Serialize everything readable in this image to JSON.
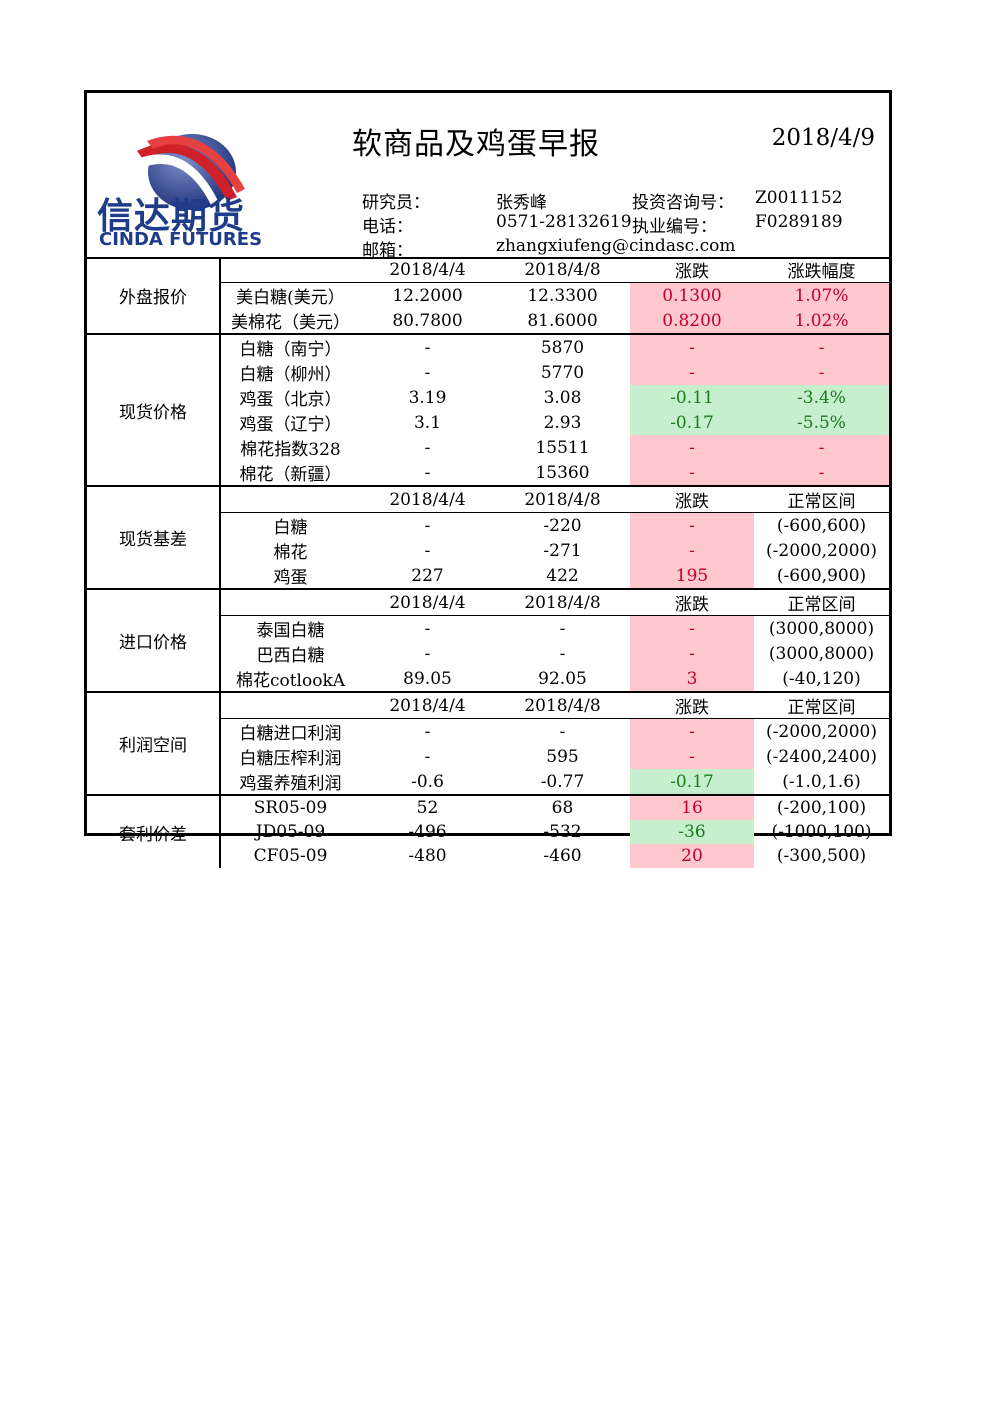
{
  "header": {
    "logo_cn": "信达期货",
    "logo_en": "CINDA FUTURES",
    "title": "软商品及鸡蛋早报",
    "date": "2018/4/9",
    "researcher_label": "研究员：",
    "researcher": "张秀峰",
    "consult_label": "投资咨询号：",
    "consult_no": "Z0011152",
    "phone_label": "电话：",
    "phone": "0571-28132619",
    "license_label": "执业编号：",
    "license_no": "F0289189",
    "email_label": "邮箱：",
    "email": "zhangxiufeng@cindasc.com"
  },
  "sections": {
    "foreign": {
      "name": "外盘报价",
      "cols": [
        "2018/4/4",
        "2018/4/8",
        "涨跌",
        "涨跌幅度"
      ],
      "rows": [
        [
          "美白糖(美元）",
          "12.2000",
          "12.3300",
          "0.1300",
          "1.07%"
        ],
        [
          "美棉花（美元）",
          "80.7800",
          "81.6000",
          "0.8200",
          "1.02%"
        ]
      ]
    },
    "spot": {
      "name": "现货价格",
      "rows": [
        [
          "白糖（南宁）",
          "-",
          "5870",
          "-",
          "-"
        ],
        [
          "白糖（柳州）",
          "-",
          "5770",
          "-",
          "-"
        ],
        [
          "鸡蛋（北京）",
          "3.19",
          "3.08",
          "-0.11",
          "-3.4%"
        ],
        [
          "鸡蛋（辽宁）",
          "3.1",
          "2.93",
          "-0.17",
          "-5.5%"
        ],
        [
          "棉花指数328",
          "-",
          "15511",
          "-",
          "-"
        ],
        [
          "棉花（新疆）",
          "-",
          "15360",
          "-",
          "-"
        ]
      ]
    },
    "basis": {
      "name": "现货基差",
      "cols": [
        "2018/4/4",
        "2018/4/8",
        "涨跌",
        "正常区间"
      ],
      "rows": [
        [
          "白糖",
          "-",
          "-220",
          "-",
          "(-600,600)"
        ],
        [
          "棉花",
          "-",
          "-271",
          "-",
          "(-2000,2000)"
        ],
        [
          "鸡蛋",
          "227",
          "422",
          "195",
          "(-600,900)"
        ]
      ]
    },
    "import": {
      "name": "进口价格",
      "cols": [
        "2018/4/4",
        "2018/4/8",
        "涨跌",
        "正常区间"
      ],
      "rows": [
        [
          "泰国白糖",
          "-",
          "-",
          "-",
          "(3000,8000)"
        ],
        [
          "巴西白糖",
          "-",
          "-",
          "-",
          "(3000,8000)"
        ],
        [
          "棉花cotlookA",
          "89.05",
          "92.05",
          "3",
          "(-40,120)"
        ]
      ]
    },
    "profit": {
      "name": "利润空间",
      "cols": [
        "2018/4/4",
        "2018/4/8",
        "涨跌",
        "正常区间"
      ],
      "rows": [
        [
          "白糖进口利润",
          "-",
          "-",
          "-",
          "(-2000,2000)"
        ],
        [
          "白糖压榨利润",
          "-",
          "595",
          "-",
          "(-2400,2400)"
        ],
        [
          "鸡蛋养殖利润",
          "-0.6",
          "-0.77",
          "-0.17",
          "(-1.0,1.6)"
        ]
      ]
    },
    "arbitrage": {
      "name": "套利价差",
      "rows": [
        [
          "SR05-09",
          "52",
          "68",
          "16",
          "(-200,100)"
        ],
        [
          "JD05-09",
          "-496",
          "-532",
          "-36",
          "(-1000,100)"
        ],
        [
          "CF05-09",
          "-480",
          "-460",
          "20",
          "(-300,500)"
        ]
      ]
    }
  },
  "colors": {
    "up_bg": "#ffc7ce",
    "up_text": "#c0002a",
    "down_bg": "#c6efce",
    "down_text": "#1e7a1e",
    "brand": "#1f3c8a"
  }
}
